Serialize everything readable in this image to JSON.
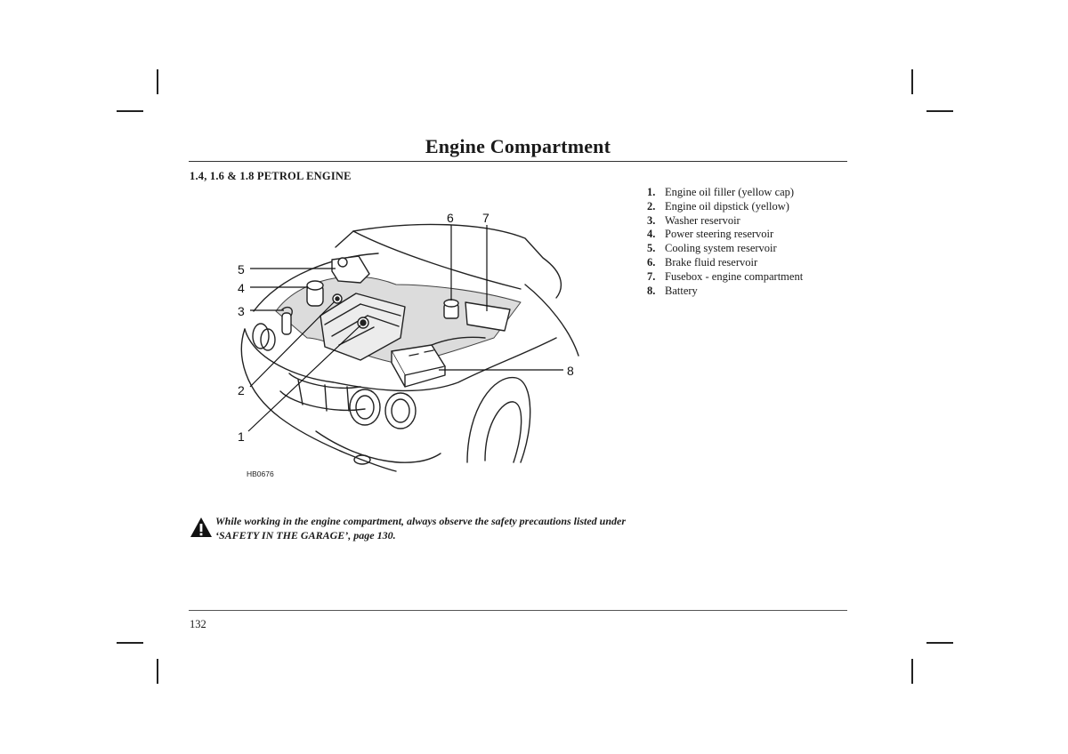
{
  "page": {
    "title": "Engine Compartment",
    "section_heading": "1.4, 1.6 & 1.8 PETROL ENGINE",
    "page_number": "132"
  },
  "legend": [
    {
      "num": "1.",
      "label": "Engine oil filler (yellow cap)"
    },
    {
      "num": "2.",
      "label": "Engine oil dipstick (yellow)"
    },
    {
      "num": "3.",
      "label": "Washer reservoir"
    },
    {
      "num": "4.",
      "label": "Power steering reservoir"
    },
    {
      "num": "5.",
      "label": "Cooling system reservoir"
    },
    {
      "num": "6.",
      "label": "Brake fluid reservoir"
    },
    {
      "num": "7.",
      "label": "Fusebox - engine compartment"
    },
    {
      "num": "8.",
      "label": "Battery"
    }
  ],
  "diagram": {
    "callouts": [
      "1",
      "2",
      "3",
      "4",
      "5",
      "6",
      "7",
      "8"
    ],
    "reference_code": "HB0676"
  },
  "warning": {
    "icon": "warning-triangle-icon",
    "text": "While working in the engine compartment, always observe the safety precautions listed under ‘SAFETY IN THE GARAGE’, page 130."
  }
}
